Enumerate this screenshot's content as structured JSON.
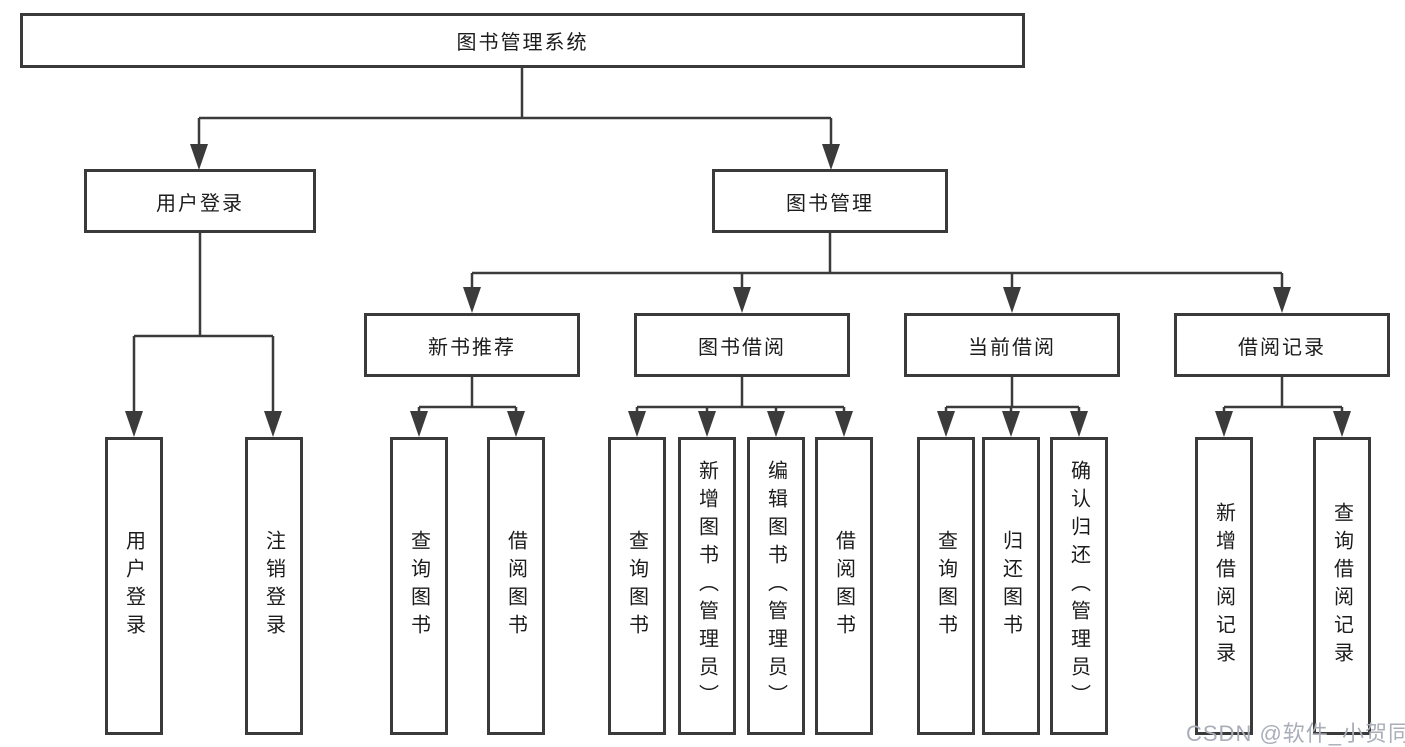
{
  "diagram": {
    "root": {
      "label": "图书管理系统"
    },
    "branches": [
      {
        "label": "用户登录",
        "children": [
          {
            "label": "用户登录"
          },
          {
            "label": "注销登录"
          }
        ]
      },
      {
        "label": "图书管理",
        "groups": [
          {
            "label": "新书推荐",
            "children": [
              {
                "label": "查询图书"
              },
              {
                "label": "借阅图书"
              }
            ]
          },
          {
            "label": "图书借阅",
            "children": [
              {
                "label": "查询图书"
              },
              {
                "label": "新增图书（管理员）"
              },
              {
                "label": "编辑图书（管理员）"
              },
              {
                "label": "借阅图书"
              }
            ]
          },
          {
            "label": "当前借阅",
            "children": [
              {
                "label": "查询图书"
              },
              {
                "label": "归还图书"
              },
              {
                "label": "确认归还（管理员）"
              }
            ]
          },
          {
            "label": "借阅记录",
            "children": [
              {
                "label": "新增借阅记录"
              },
              {
                "label": "查询借阅记录"
              }
            ]
          }
        ]
      }
    ]
  },
  "watermark": {
    "text": "CSDN @软件_小贺同学",
    "color": "#a9aeb9"
  },
  "colors": {
    "line": "#3b3b3b",
    "box_border": "#3a3a3a",
    "text": "#1c1c1c",
    "background": "#ffffff"
  }
}
